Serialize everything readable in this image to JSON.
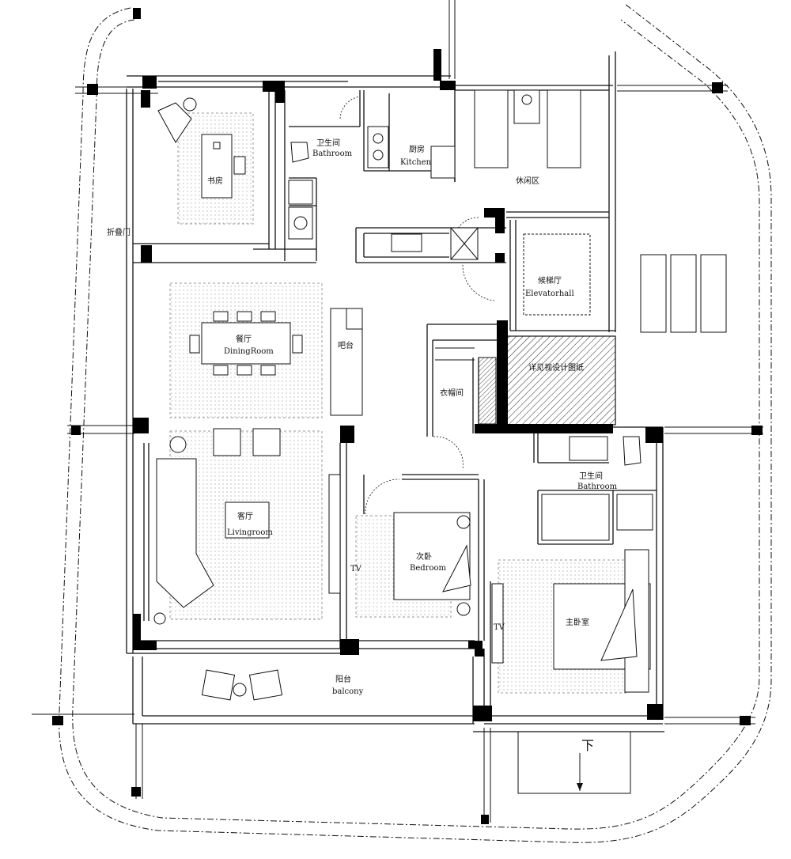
{
  "rooms": {
    "study": "书房",
    "bath_top": {
      "cn": "卫生间",
      "en": "Bathroom"
    },
    "kitchen": {
      "cn": "厨房",
      "en": "Kitchen"
    },
    "leisure": "休闲区",
    "elevator": {
      "cn": "候梯厅",
      "en": "Elevatorhall"
    },
    "dining": {
      "cn": "餐厅",
      "en": "DiningRoom"
    },
    "bar": "吧台",
    "detail_note": "详见视设计图纸",
    "closet": "衣帽间",
    "living": {
      "cn": "客厅",
      "en": "Livingroom"
    },
    "bath_master": {
      "cn": "卫生间",
      "en": "Bathroom"
    },
    "second_bed": {
      "cn": "次卧",
      "en": "Bedroom"
    },
    "master_bed": "主卧室",
    "balcony": {
      "cn": "阳台",
      "en": "balcony"
    },
    "folding": "折叠门",
    "tv": "TV",
    "stairs_down": "下"
  },
  "colors": {
    "line": "#111111",
    "hatch": "#222222",
    "dots": "#9a9a9a",
    "column": "#000000"
  }
}
